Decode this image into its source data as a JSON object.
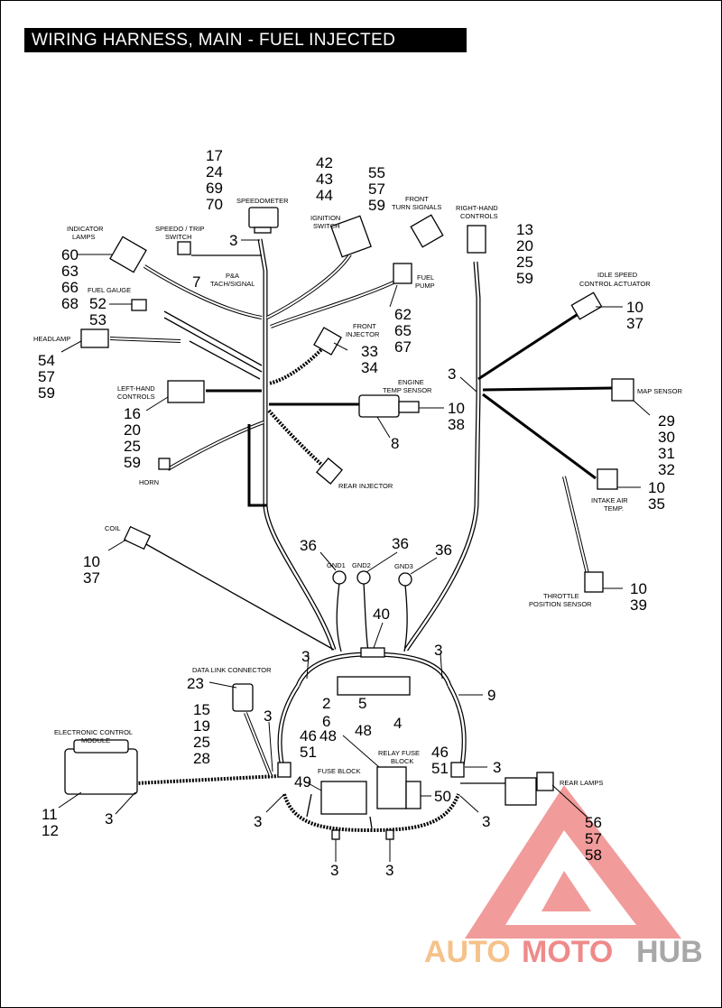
{
  "title": "WIRING HARNESS, MAIN - FUEL INJECTED",
  "labels": {
    "speedometer": "SPEEDOMETER",
    "ignition_1": "IGNITION",
    "ignition_2": "SWITCH",
    "front_turn_1": "FRONT",
    "front_turn_2": "TURN SIGNALS",
    "right_hand_1": "RIGHT-HAND",
    "right_hand_2": "CONTROLS",
    "indicator_1": "INDICATOR",
    "indicator_2": "LAMPS",
    "speedo_trip_1": "SPEEDO / TRIP",
    "speedo_trip_2": "SWITCH",
    "pa_tach_1": "P&A",
    "pa_tach_2": "TACH/SIGNAL",
    "fuel_pump_1": "FUEL",
    "fuel_pump_2": "PUMP",
    "fuel_gauge": "FUEL GAUGE",
    "idle_speed_1": "IDLE SPEED",
    "idle_speed_2": "CONTROL ACTUATOR",
    "headlamp": "HEADLAMP",
    "front_injector_1": "FRONT",
    "front_injector_2": "INJECTOR",
    "engine_temp_1": "ENGINE",
    "engine_temp_2": "TEMP SENSOR",
    "left_hand_1": "LEFT-HAND",
    "left_hand_2": "CONTROLS",
    "map_sensor": "MAP SENSOR",
    "horn": "HORN",
    "rear_injector": "REAR INJECTOR",
    "intake_air_1": "INTAKE AIR",
    "intake_air_2": "TEMP.",
    "coil": "COIL",
    "gnd1": "GND1",
    "gnd2": "GND2",
    "gnd3": "GND3",
    "throttle_1": "THROTTLE",
    "throttle_2": "POSITION SENSOR",
    "data_link": "DATA LINK CONNECTOR",
    "ecm_1": "ELECTRONIC CONTROL",
    "ecm_2": "MODULE",
    "relay_fuse_1": "RELAY FUSE",
    "relay_fuse_2": "BLOCK",
    "fuse_block": "FUSE BLOCK",
    "rear_lamps": "REAR LAMPS"
  },
  "callouts": {
    "c17": "17",
    "c24": "24",
    "c69": "69",
    "c70": "70",
    "c42": "42",
    "c43": "43",
    "c44": "44",
    "c55": "55",
    "c57a": "57",
    "c59a": "59",
    "c13": "13",
    "c20a": "20",
    "c25a": "25",
    "c59b": "59",
    "c60": "60",
    "c63": "63",
    "c66": "66",
    "c68": "68",
    "c3_speedo": "3",
    "c7": "7",
    "c52": "52",
    "c53": "53",
    "c62": "62",
    "c65": "65",
    "c67": "67",
    "c10_isc": "10",
    "c37_isc": "37",
    "c54": "54",
    "c57b": "57",
    "c59c": "59",
    "c33": "33",
    "c34": "34",
    "c3_right": "3",
    "c10_ets": "10",
    "c38": "38",
    "c16": "16",
    "c20b": "20",
    "c25b": "25",
    "c59d": "59",
    "c8": "8",
    "c29": "29",
    "c30": "30",
    "c31": "31",
    "c32": "32",
    "c10_iat": "10",
    "c35": "35",
    "c10_coil": "10",
    "c37_coil": "37",
    "c36a": "36",
    "c36b": "36",
    "c36c": "36",
    "c10_tps": "10",
    "c39": "39",
    "c40": "40",
    "c3_ul": "3",
    "c3_ur": "3",
    "c23": "23",
    "c15": "15",
    "c19": "19",
    "c25c": "25",
    "c28": "28",
    "c9": "9",
    "c2": "2",
    "c6": "6",
    "c5": "5",
    "c48a": "48",
    "c4": "4",
    "c3_dlc": "3",
    "c46a": "46",
    "c51a": "51",
    "c48b": "48",
    "c46b": "46",
    "c51b": "51",
    "c3_rr": "3",
    "c49": "49",
    "c50": "50",
    "c11": "11",
    "c12": "12",
    "c3_ecm": "3",
    "c3_bl": "3",
    "c3_br": "3",
    "c3_b1": "3",
    "c3_b2": "3",
    "c56": "56",
    "c57c": "57",
    "c58": "58"
  },
  "watermark": {
    "part1": "AUTO",
    "part2": "MOTO",
    "part3": "HUB",
    "color_primary": "#f5c28a",
    "color_secondary": "#ef8a8a",
    "color_tertiary": "#a8a8a8"
  }
}
